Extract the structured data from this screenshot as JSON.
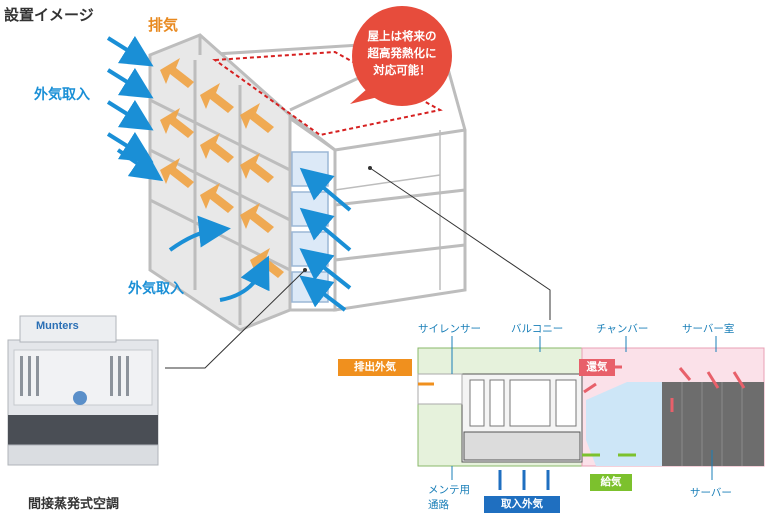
{
  "title": "設置イメージ",
  "building": {
    "exhaust_label": "排気",
    "intake_label_top": "外気取入",
    "intake_label_bottom": "外気取入",
    "bubble_lines": [
      "屋上は将来の",
      "超高発熱化に",
      "対応可能！"
    ]
  },
  "unit": {
    "brand": "Munters",
    "caption": "間接蒸発式空調"
  },
  "floorplan": {
    "labels": {
      "silencer": "サイレンサー",
      "balcony": "バルコニー",
      "chamber": "チャンバー",
      "server_room": "サーバー室",
      "maintenance": "メンテ用\n通路",
      "server": "サーバー"
    },
    "tags": {
      "exhaust_outside": "排出外気",
      "return_air": "還気",
      "supply_air": "給気",
      "intake_outside": "取入外気"
    },
    "colors": {
      "exhaust": "#f0901e",
      "return": "#e8606a",
      "supply": "#7cc12d",
      "intake": "#1f6fc0"
    }
  }
}
